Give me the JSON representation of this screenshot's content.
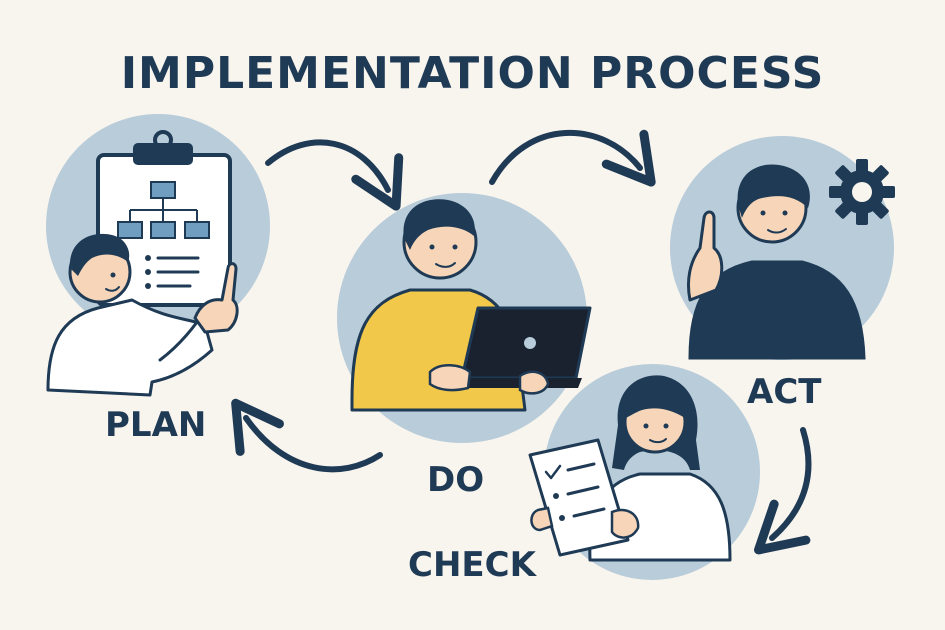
{
  "title": "IMPLEMENTATION PROCESS",
  "steps": [
    {
      "id": "plan",
      "label": "PLAN"
    },
    {
      "id": "do",
      "label": "DO"
    },
    {
      "id": "check",
      "label": "CHECK"
    },
    {
      "id": "act",
      "label": "ACT"
    }
  ],
  "colors": {
    "background": "#f8f4ee",
    "ink": "#1f3a55",
    "circle": "#b8ccd9",
    "accent_shirt": "#f2c84b",
    "dark_shirt": "#1f3a55",
    "skin": "#f6d5b8"
  },
  "icons": [
    "clipboard-icon",
    "laptop-icon",
    "gear-icon",
    "checklist-icon",
    "cycle-arrow-icon"
  ]
}
